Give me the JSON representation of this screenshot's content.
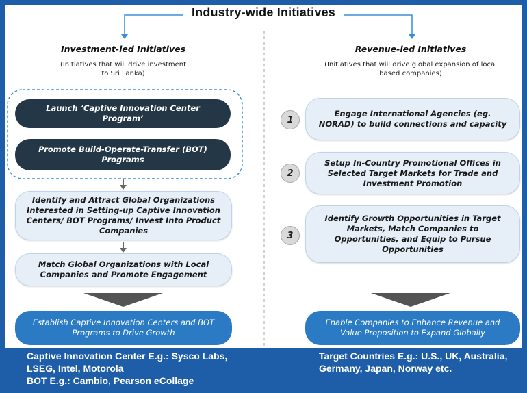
{
  "title": "Industry-wide Initiatives",
  "left": {
    "heading": "Investment-led Initiatives",
    "subheading_line1": "(Initiatives that will drive investment",
    "subheading_line2": "to Sri Lanka)",
    "group_boxes": [
      "Launch ‘Captive Innovation Center Program’",
      "Promote Build-Operate-Transfer (BOT) Programs"
    ],
    "step_boxes": [
      "Identify and Attract Global Organizations Interested in Setting-up Captive Innovation Centers/ BOT Programs/ Invest Into Product Companies",
      "Match Global Organizations with Local Companies and Promote Engagement"
    ],
    "outcome": "Establish Captive Innovation Centers and BOT Programs to Drive Growth"
  },
  "right": {
    "heading": "Revenue-led Initiatives",
    "subheading_line1": "(Initiatives that will drive global expansion of local",
    "subheading_line2": "based companies)",
    "steps": [
      {
        "number": "1",
        "text": "Engage International Agencies (eg. NORAD) to build connections and capacity"
      },
      {
        "number": "2",
        "text": "Setup In-Country Promotional Offices in Selected Target Markets for Trade and Investment Promotion"
      },
      {
        "number": "3",
        "text": "Identify Growth Opportunities in Target Markets, Match Companies to Opportunities, and Equip to Pursue Opportunities"
      }
    ],
    "outcome": "Enable Companies to Enhance Revenue and Value Proposition to Expand Globally"
  },
  "footer": {
    "left_lines": [
      "Captive Innovation Center E.g.: Sysco Labs,",
      "LSEG, Intel, Motorola",
      "BOT E.g.: Cambio, Pearson eCollage"
    ],
    "right_lines": [
      "Target Countries E.g.: U.S., UK, Australia,",
      "Germany, Japan, Norway etc."
    ]
  },
  "colors": {
    "frame": "#1e5ea8",
    "dark_box": "#243747",
    "light_box": "#e6eef8",
    "outcome_box": "#2a7ac4",
    "connector": "#3b8fd6",
    "chevron": "#555555"
  }
}
